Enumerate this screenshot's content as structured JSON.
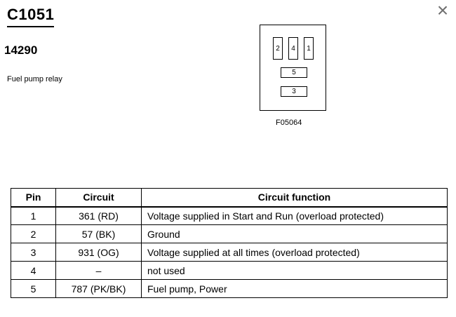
{
  "header": {
    "connector_id": "C1051",
    "part_number": "14290",
    "description": "Fuel pump relay"
  },
  "icons": {
    "close": "close-icon"
  },
  "diagram": {
    "pins_top": [
      "2",
      "4",
      "1"
    ],
    "pins_middle": "5",
    "pins_bottom": "3",
    "figure_code": "F05064"
  },
  "table": {
    "headers": {
      "pin": "Pin",
      "circuit": "Circuit",
      "function": "Circuit function"
    },
    "rows": [
      {
        "pin": "1",
        "circuit": "361 (RD)",
        "function": "Voltage supplied in Start and Run (overload protected)"
      },
      {
        "pin": "2",
        "circuit": "57 (BK)",
        "function": "Ground"
      },
      {
        "pin": "3",
        "circuit": "931 (OG)",
        "function": "Voltage supplied at all times (overload protected)"
      },
      {
        "pin": "4",
        "circuit": "–",
        "function": "not used"
      },
      {
        "pin": "5",
        "circuit": "787 (PK/BK)",
        "function": "Fuel pump, Power"
      }
    ]
  }
}
